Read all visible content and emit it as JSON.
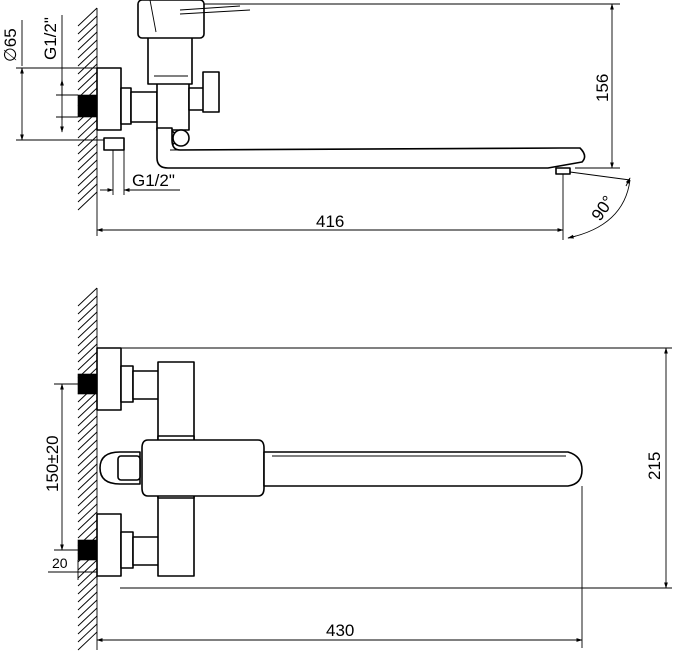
{
  "dimensions": {
    "thread_top_label": "G1/2\"",
    "diameter_label": "∅65",
    "thread_bottom_label": "G1/2\"",
    "height_top_label": "156",
    "length_top_label": "416",
    "angle_label": "90°",
    "center_distance_label": "150±20",
    "wall_offset_label": "20",
    "height_plan_label": "215",
    "length_plan_label": "430"
  }
}
